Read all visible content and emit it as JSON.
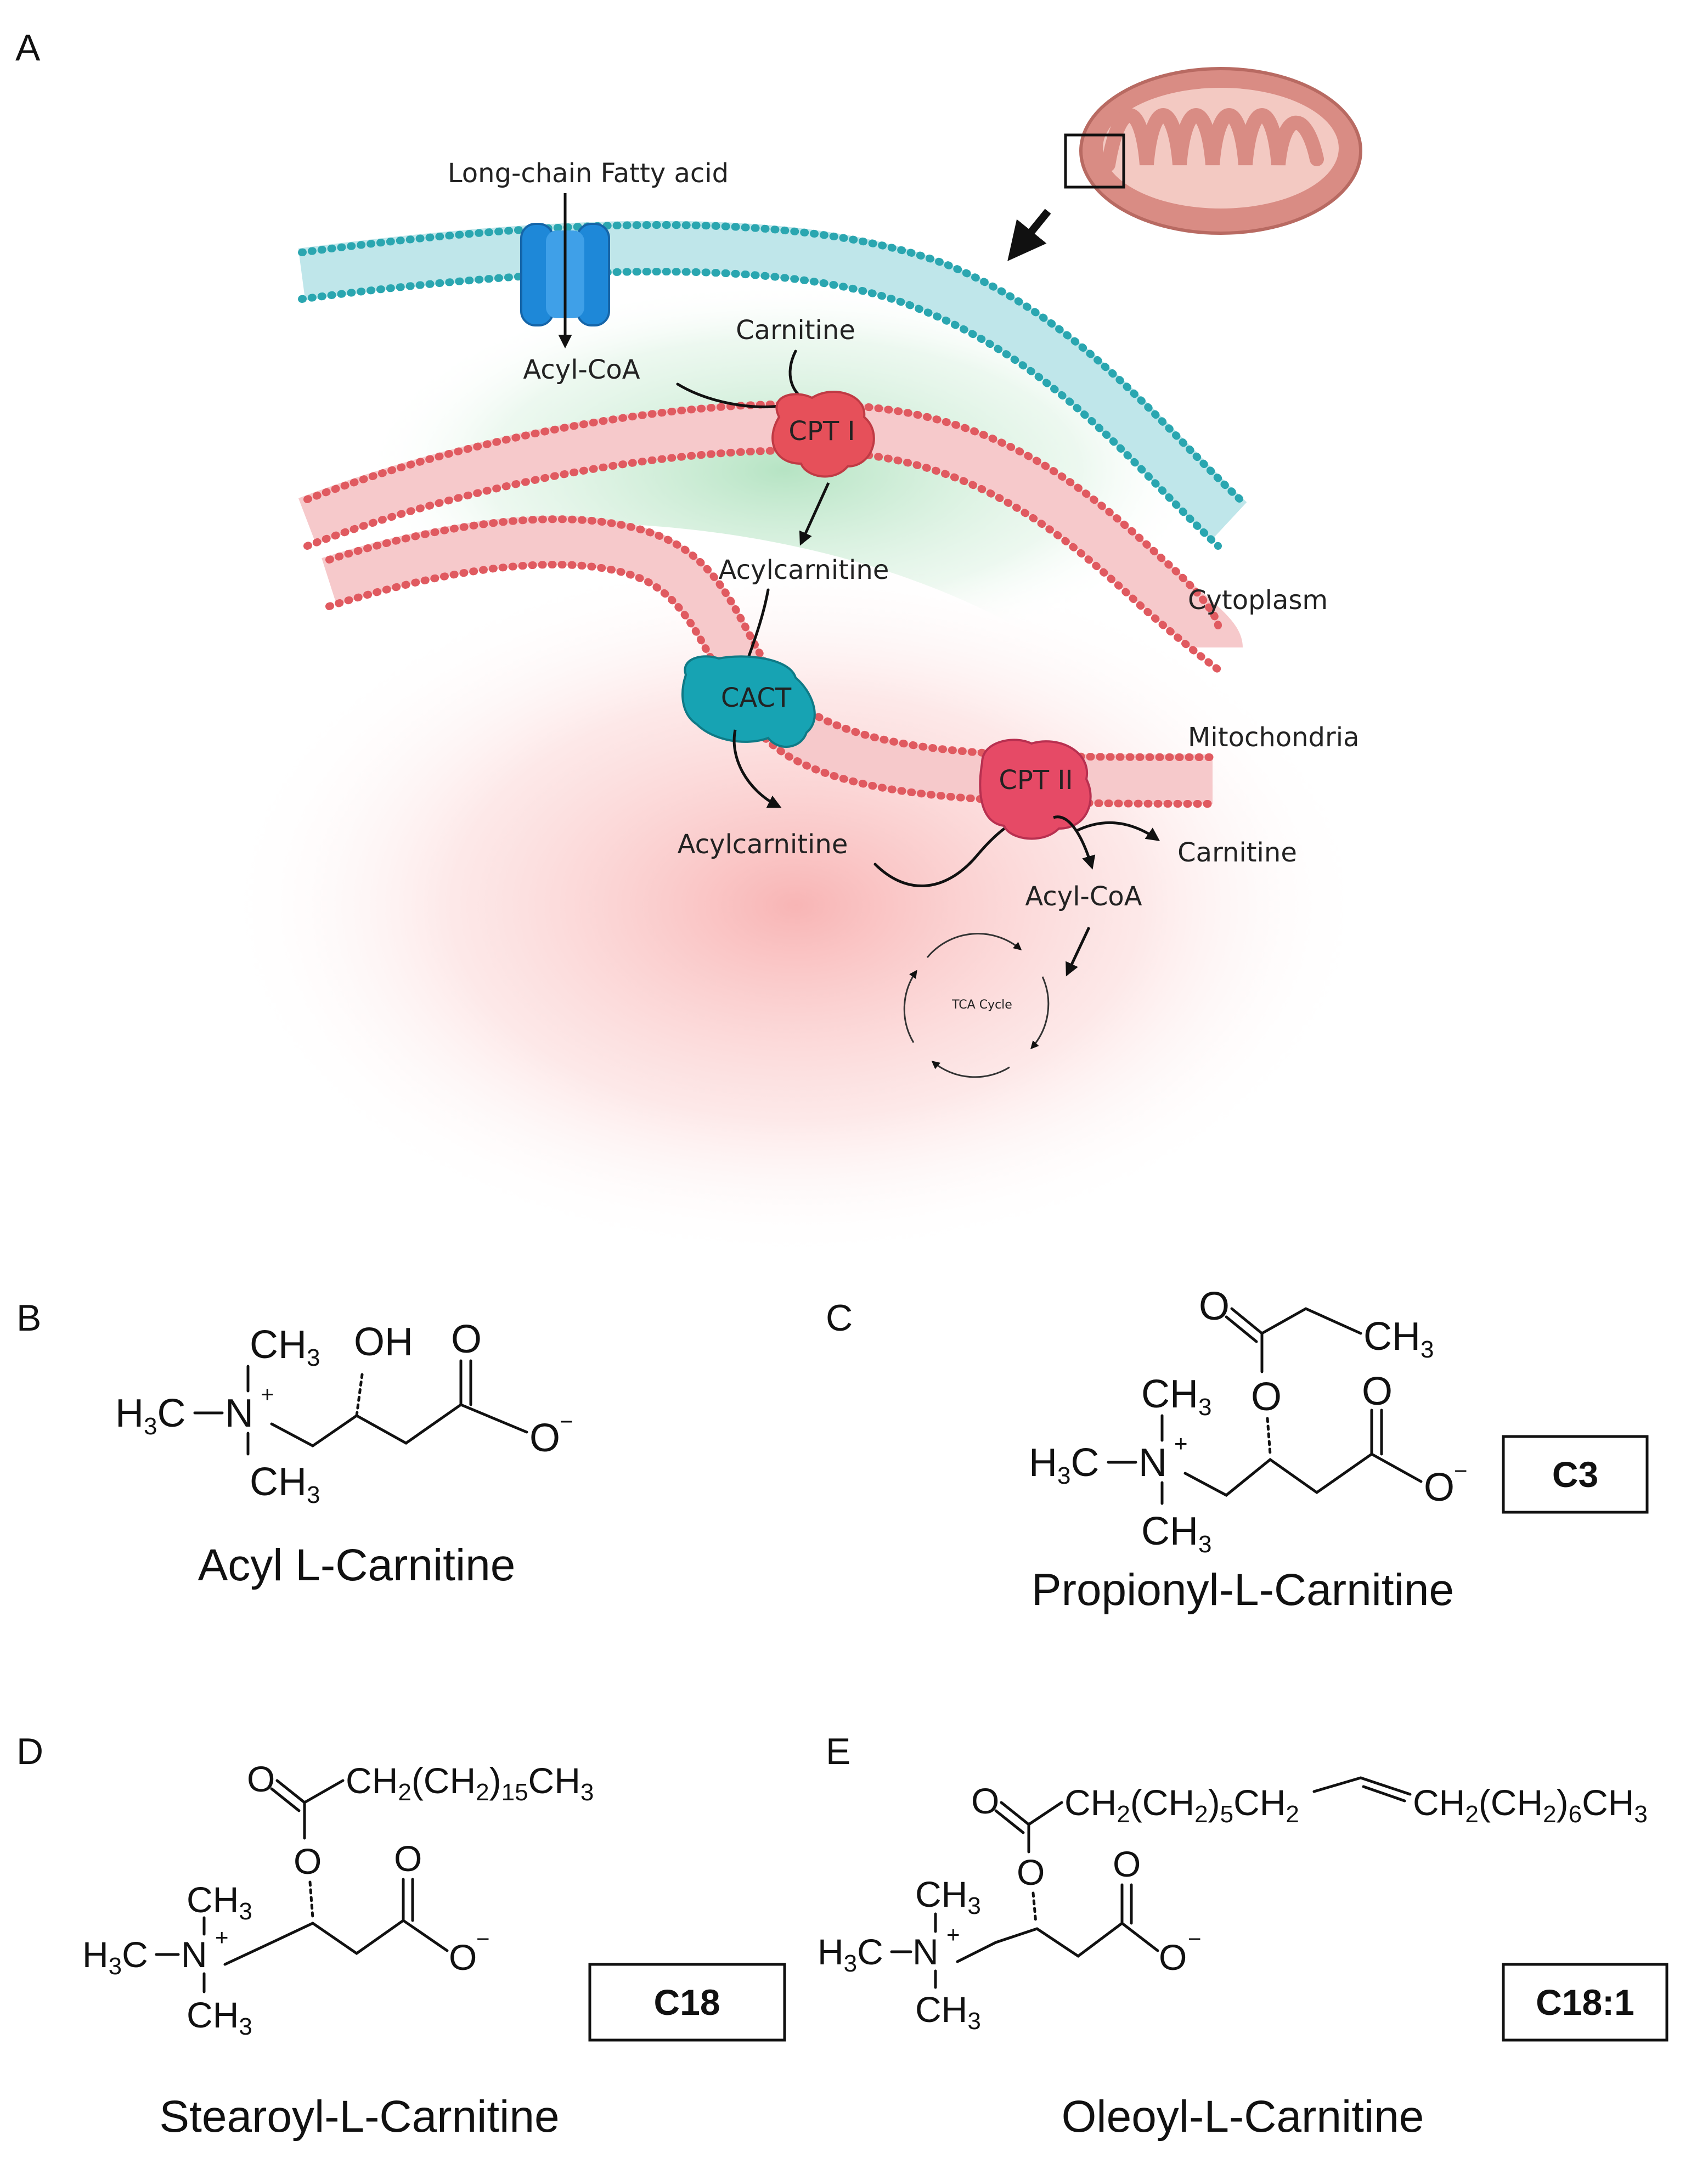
{
  "panels": {
    "a": "A",
    "b": "B",
    "c": "C",
    "d": "D",
    "e": "E"
  },
  "pathway": {
    "fatty_acid": "Long-chain Fatty acid",
    "acyl_coa_top": "Acyl-CoA",
    "carnitine_top": "Carnitine",
    "cpt1": "CPT I",
    "acylcarnitine_1": "Acylcarnitine",
    "cact": "CACT",
    "acylcarnitine_2": "Acylcarnitine",
    "cpt2": "CPT II",
    "carnitine_bottom": "Carnitine",
    "acyl_coa_bottom": "Acyl-CoA",
    "tca": "TCA Cycle",
    "cytoplasm": "Cytoplasm",
    "mitochondria": "Mitochondria"
  },
  "molecules": {
    "b": {
      "name": "Acyl L-Carnitine",
      "oh": "OH",
      "o_top": "O",
      "o_minus": "O"
    },
    "c": {
      "name": "Propionyl-L-Carnitine",
      "code": "C3",
      "ester_o": "O",
      "o_top": "O",
      "o_minus": "O",
      "o_carbonyl": "O"
    },
    "d": {
      "name": "Stearoyl-L-Carnitine",
      "code": "C18",
      "ester_o": "O",
      "o_top": "O",
      "o_minus": "O",
      "o_carbonyl": "O"
    },
    "e": {
      "name": "Oleoyl-L-Carnitine",
      "code": "C18:1",
      "ester_o": "O",
      "o_top": "O",
      "o_minus": "O",
      "o_carbonyl": "O"
    }
  },
  "colors": {
    "outer_membrane": "#2aa6b0",
    "inner_membrane": "#e05a60",
    "transporter": "#1e88d8",
    "cpt": "#e6505a",
    "cact": "#17a3b3",
    "mito_body": "#d98c84"
  }
}
